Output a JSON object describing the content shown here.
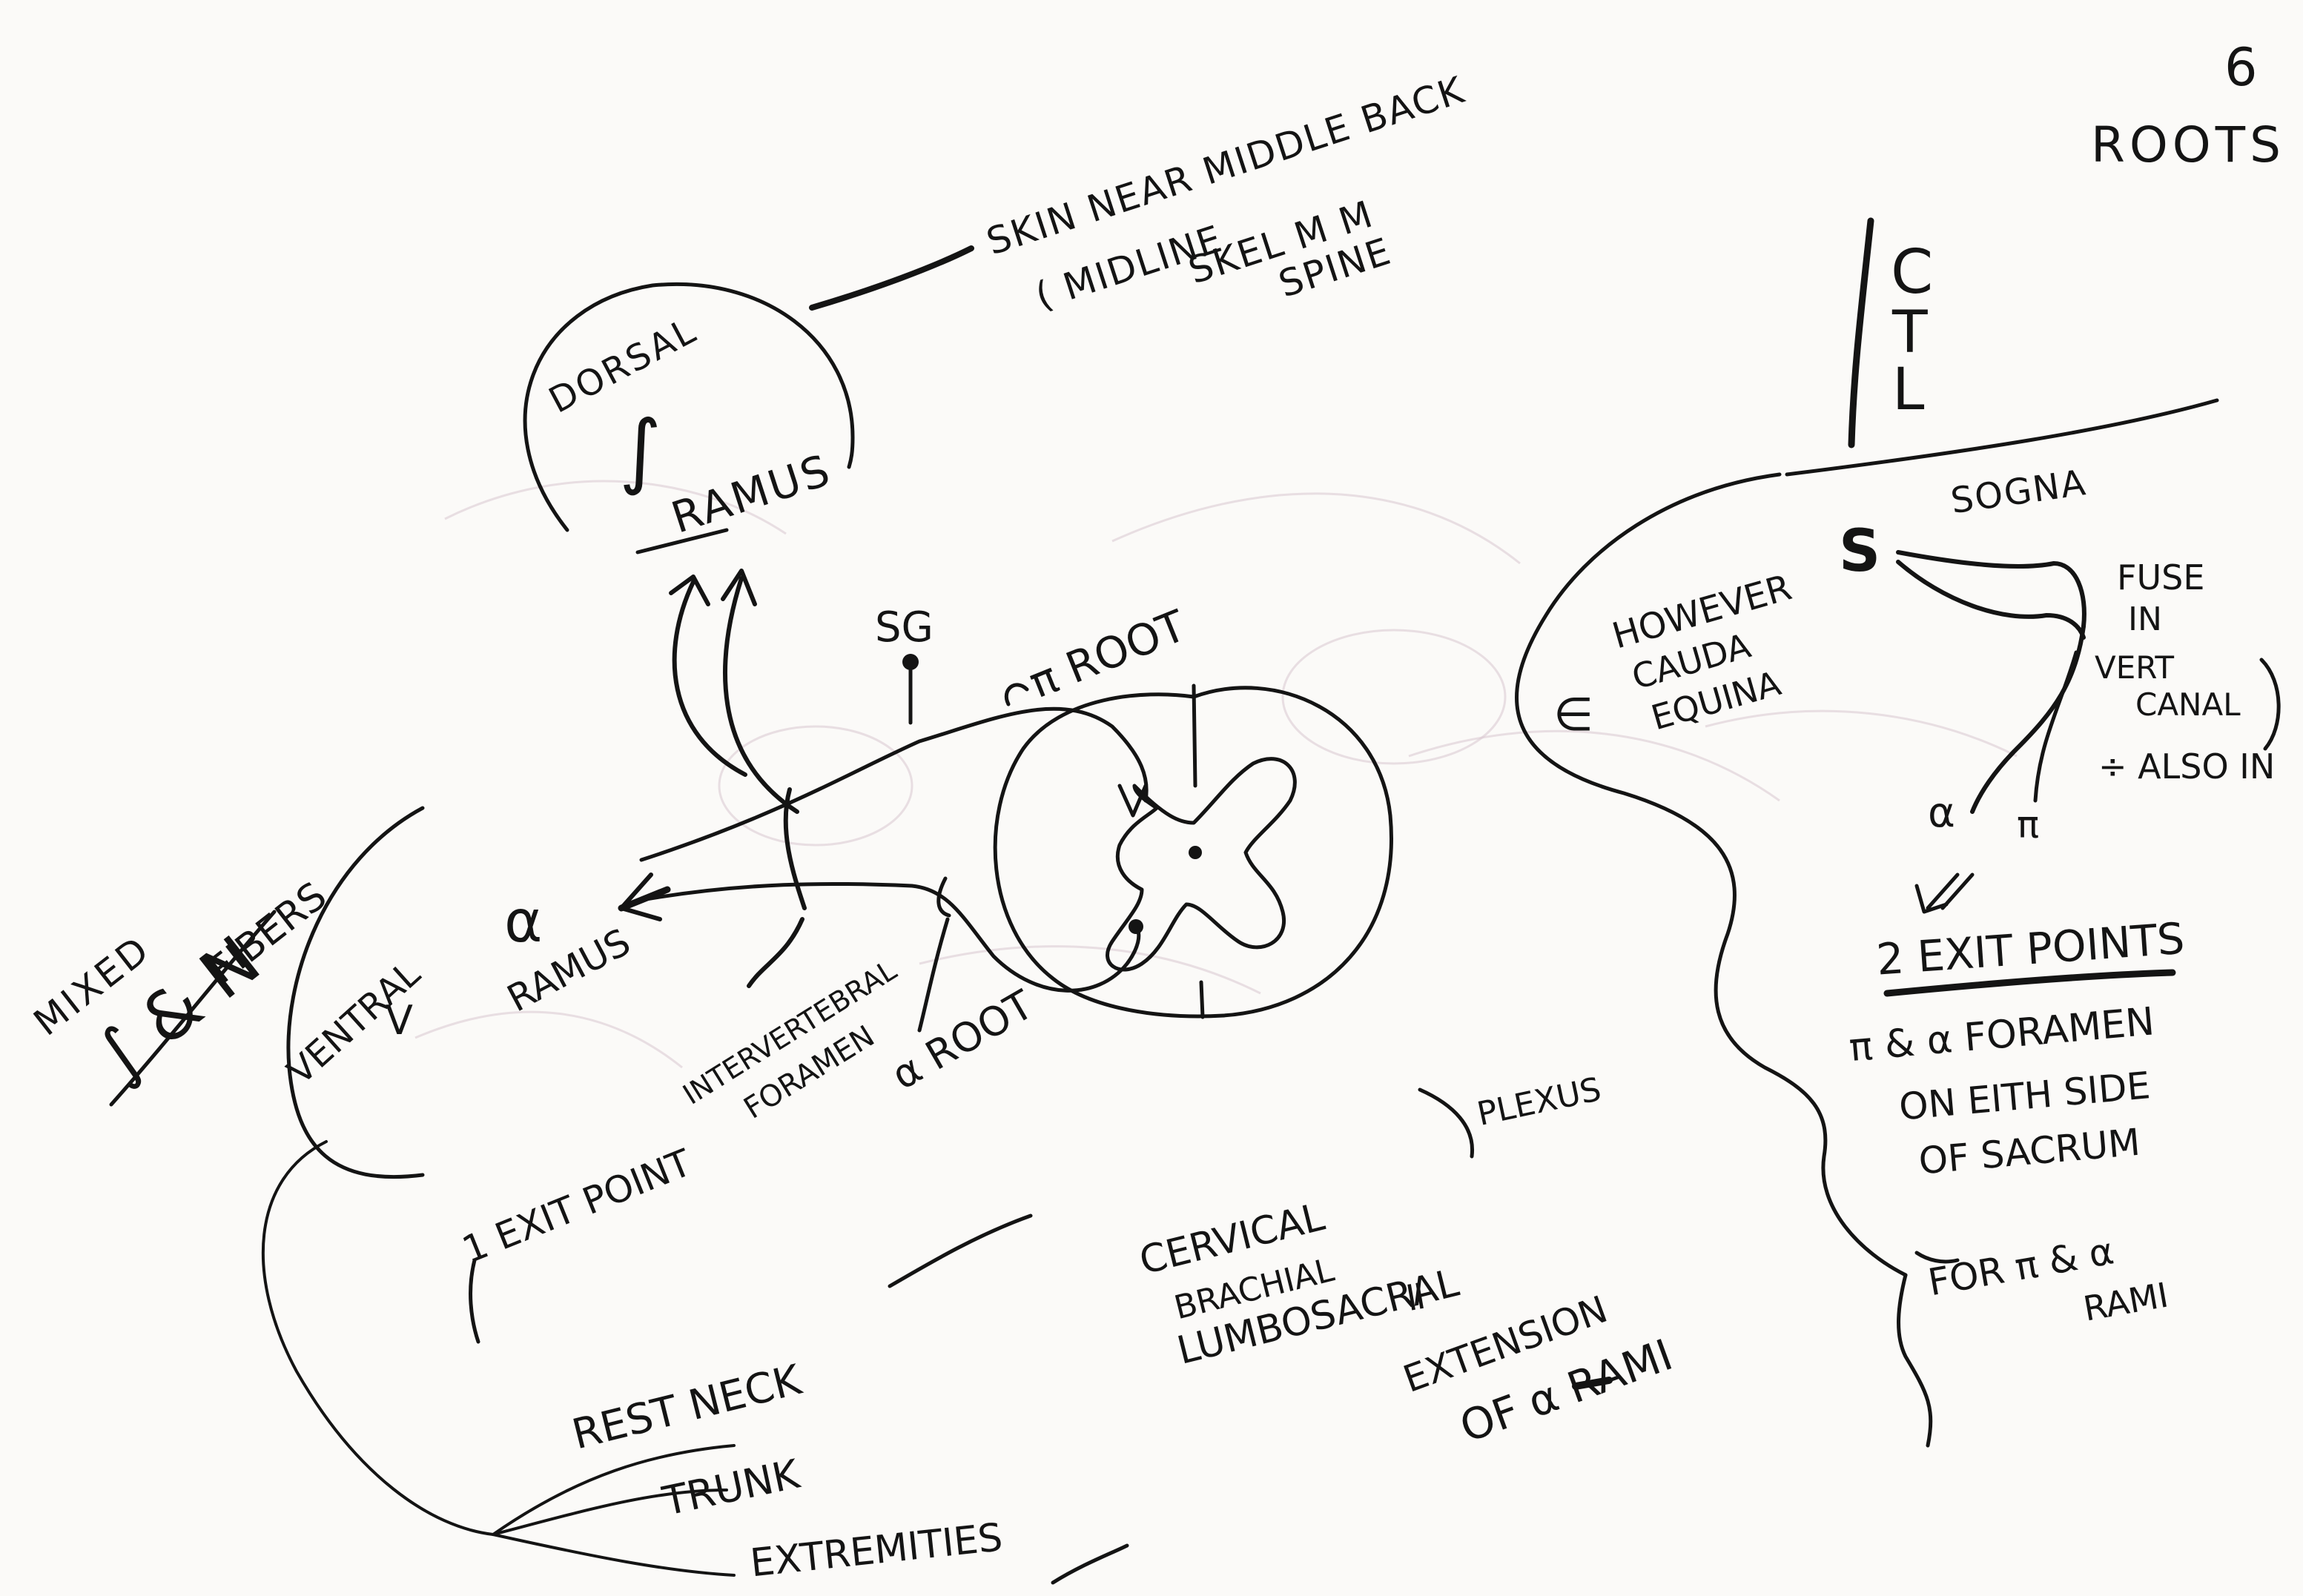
{
  "page": {
    "number": "6",
    "title": "ROOTS"
  },
  "regions": {
    "c": "C",
    "t": "T",
    "l": "L",
    "s": "S"
  },
  "side_labels": {
    "mixed": "MIXED",
    "spinal_nerve_mark": "∫ & N",
    "fibers": "FIBERS"
  },
  "dorsal_ramus": {
    "label_top": "DORSAL",
    "symbol": "∫",
    "label_bottom": "RAMUS",
    "target_line1": "SKIN NEAR MIDDLE BACK",
    "target_line2": "( MIDLINE",
    "target_line3": "SKEL M M",
    "target_line4": "SPINE"
  },
  "ventral_ramus": {
    "label": "VENTRAL",
    "arrow": "V",
    "alpha_ramus_symbol": "α",
    "alpha_ramus_label": "RAMUS",
    "exit_point": "1 EXIT POINT"
  },
  "roots": {
    "sg": "SG",
    "pi_root": "π ROOT",
    "alpha_root": "α ROOT",
    "foramen_line1": "INTERVERTEBRAL",
    "foramen_line2": "FORAMEN"
  },
  "targets": {
    "neck": "REST NECK",
    "trunk": "TRUNK",
    "extremities": "EXTREMITIES"
  },
  "plexus": {
    "title": "PLEXUS",
    "line1": "CERVICAL",
    "line2": "BRACHIAL",
    "line3": "LUMBOSACRAL",
    "equals": "=",
    "line4": "EXTENSION",
    "line5": "OF α RAMI"
  },
  "sacral": {
    "heading": "SOGNA",
    "however_line1": "HOWEVER",
    "however_line2": "CAUDA",
    "however_line3": "EQUINA",
    "epsilon": "∈",
    "fuse_line1": "FUSE",
    "fuse_line2": "IN",
    "fuse_line3": "VERT",
    "fuse_line4": "CANAL",
    "also_in": "÷ ALSO IN",
    "alpha": "α",
    "pi": "π",
    "exit_heading": "2 EXIT POINTS",
    "foramen_line1": "π & α FORAMEN",
    "foramen_line2": "ON EITH SIDE",
    "foramen_line3": "OF SACRUM",
    "rami_line1": "FOR π & α",
    "rami_line2": "RAMI"
  }
}
